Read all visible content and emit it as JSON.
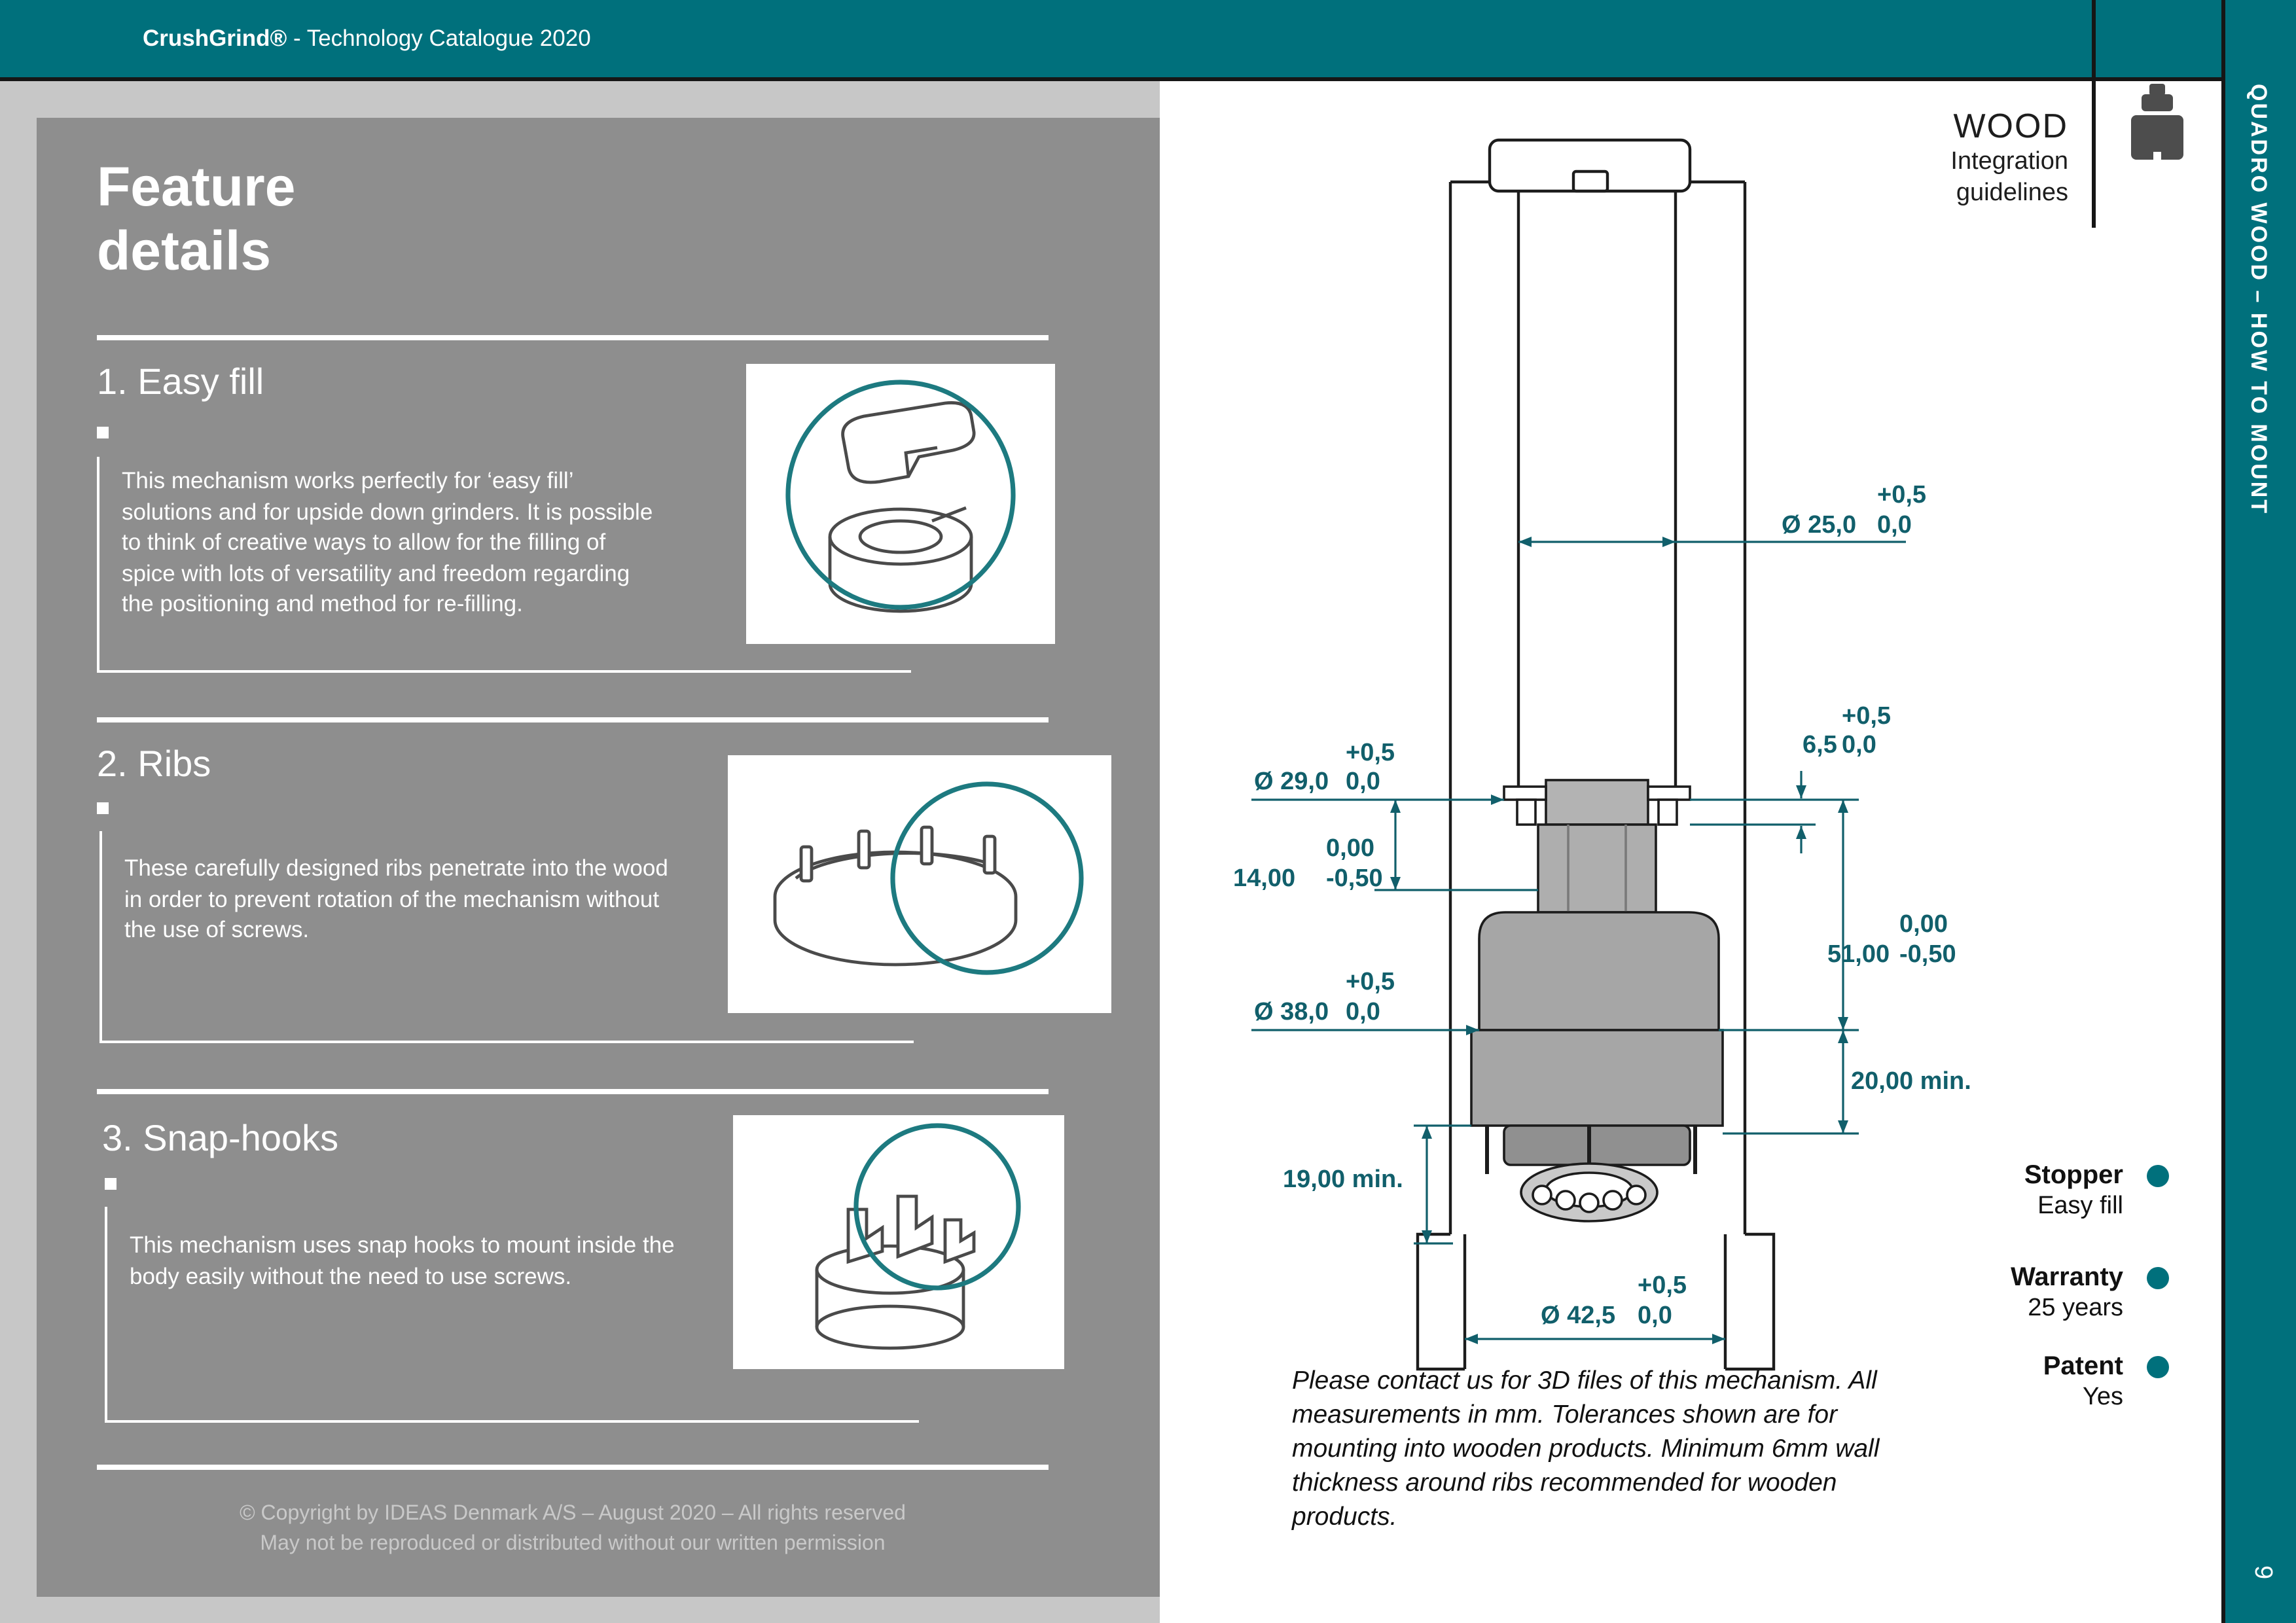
{
  "colors": {
    "teal": "#00707c",
    "panel_gray": "#8e8e8e",
    "page_gray": "#c7c7c7",
    "dimension_text": "#115f6b",
    "accent_circle": "#1d7a80"
  },
  "header": {
    "brand": "CrushGrind®",
    "title": " - Technology Catalogue 2020"
  },
  "side_tab": {
    "label": "QUADRO WOOD – HOW TO MOUNT",
    "page_number": "9"
  },
  "features_panel": {
    "title_line1": "Feature",
    "title_line2": "details",
    "items": [
      {
        "heading": "1. Easy fill",
        "body": "This mechanism works perfectly for ‘easy fill’ solutions and for upside down grinders. It is possible to think of creative ways to allow for the filling of spice with lots of versatility and freedom regarding the positioning and method for re-filling."
      },
      {
        "heading": "2. Ribs",
        "body": "These carefully designed ribs penetrate into the wood in order to prevent rotation of the mechanism without the use of screws."
      },
      {
        "heading": "3. Snap-hooks",
        "body": "This mechanism uses snap hooks to mount inside the body easily without the need to use screws."
      }
    ],
    "copyright_line1": "© Copyright by IDEAS Denmark A/S – August 2020 – All rights reserved",
    "copyright_line2": "May not be reproduced or distributed without our written permission"
  },
  "drawing_panel": {
    "corner": {
      "line1": "WOOD",
      "line2": "Integration",
      "line3": "guidelines"
    },
    "dimensions": {
      "d25": {
        "value": "Ø 25,0",
        "upper": "+0,5",
        "lower": "0,0"
      },
      "d29": {
        "value": "Ø 29,0",
        "upper": "+0,5",
        "lower": "0,0"
      },
      "d6_5": {
        "value": "6,5",
        "upper": "+0,5",
        "lower": "0,0"
      },
      "d14": {
        "value": "14,00",
        "upper": "0,00",
        "lower": "-0,50"
      },
      "d51": {
        "value": "51,00",
        "upper": "0,00",
        "lower": "-0,50"
      },
      "d38": {
        "value": "Ø 38,0",
        "upper": "+0,5",
        "lower": "0,0"
      },
      "d20": {
        "value": "20,00 min."
      },
      "d19": {
        "value": "19,00 min."
      },
      "d42": {
        "value": "Ø 42,5",
        "upper": "+0,5",
        "lower": "0,0"
      }
    },
    "specs": [
      {
        "label": "Stopper",
        "value": "Easy fill"
      },
      {
        "label": "Warranty",
        "value": "25 years"
      },
      {
        "label": "Patent",
        "value": "Yes"
      }
    ],
    "note": "Please contact us for 3D files of this mechanism. All measurements in mm. Tolerances shown are for mounting into wooden products. Minimum 6mm wall thickness around ribs recommended for wooden products."
  }
}
